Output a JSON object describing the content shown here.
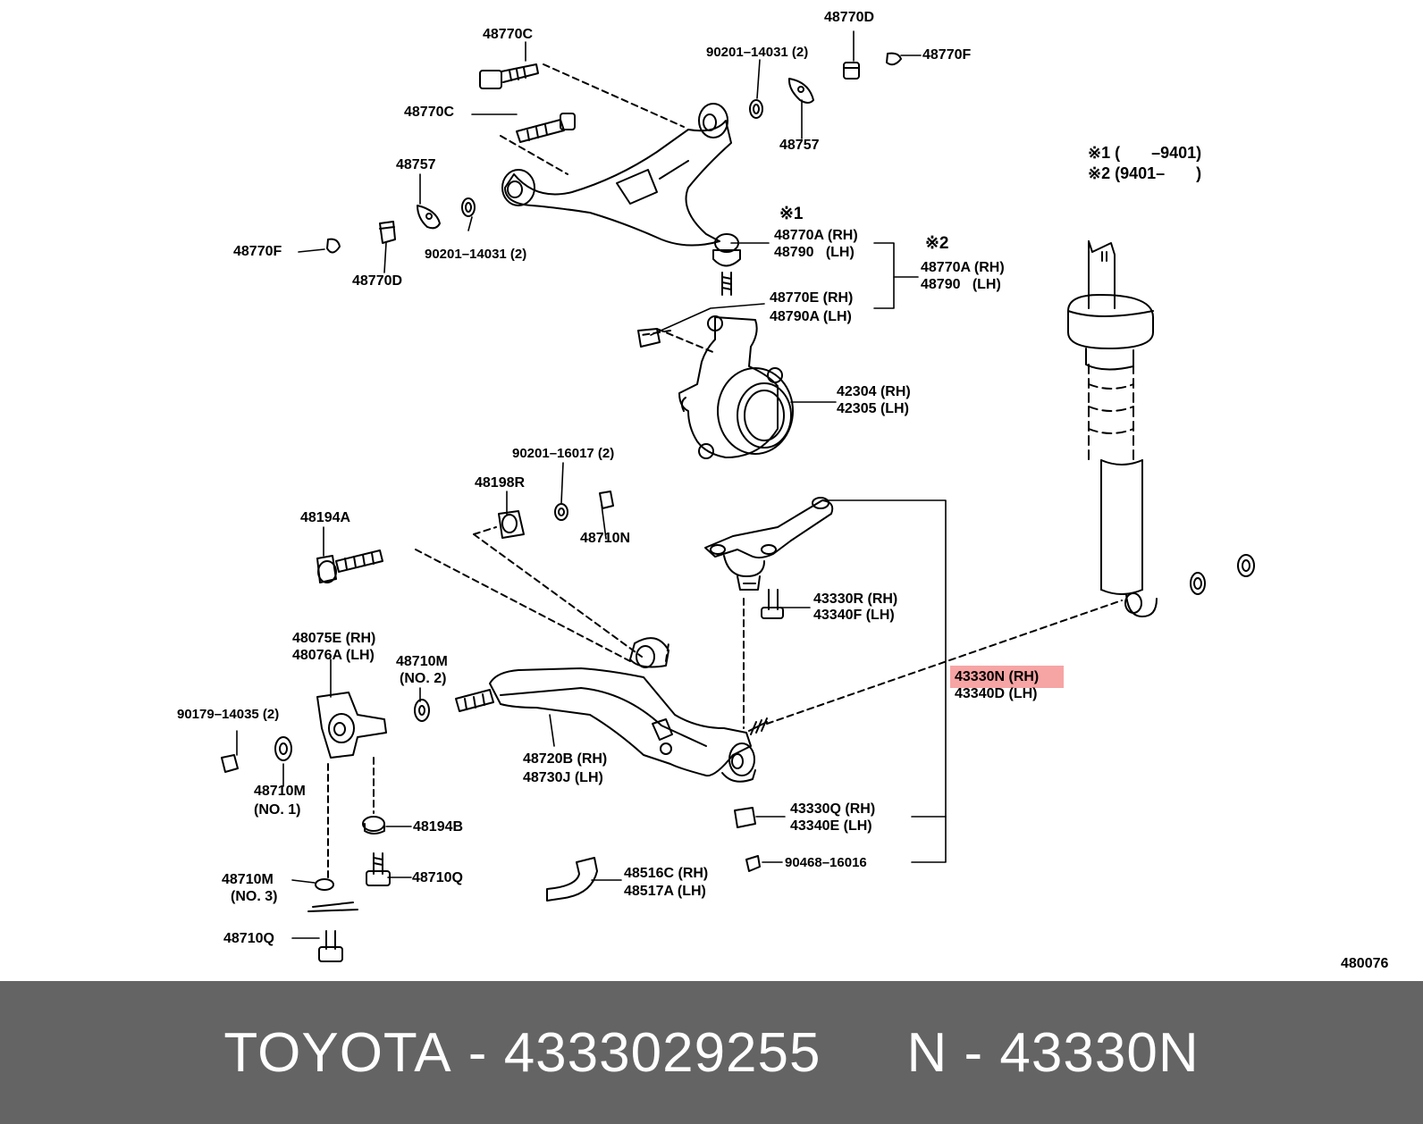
{
  "colors": {
    "footer_bg": "#646464",
    "footer_text": "#ffffff",
    "highlight": "#f05a5a",
    "ink": "#000000"
  },
  "labels": {
    "p48770C_a": "48770C",
    "p48770D_top": "48770D",
    "p90201_14031_top": "90201–14031 (2)",
    "p48770F_top": "48770F",
    "p48770C_b": "48770C",
    "p48757_right": "48757",
    "p48757_left": "48757",
    "p48770F_left": "48770F",
    "p90201_14031_left": "90201–14031 (2)",
    "p48770D_left": "48770D",
    "note1_mark": "※1",
    "p48770A_rh": "48770A (RH)",
    "p48790_lh": "48790   (LH)",
    "note2_mark": "※2",
    "p48770A_rh_2": "48770A (RH)",
    "p48790_lh_2": "48790   (LH)",
    "p48770E_rh": "48770E (RH)",
    "p48790A_lh": "48790A (LH)",
    "p42304_rh": "42304 (RH)",
    "p42305_lh": "42305 (LH)",
    "legend1": "※1 (       –9401)",
    "legend2": "※2 (9401–       )",
    "p90201_16017": "90201–16017 (2)",
    "p48198R": "48198R",
    "p48710N": "48710N",
    "p48194A": "48194A",
    "p43330R_rh": "43330R (RH)",
    "p43340F_lh": "43340F (LH)",
    "p48075E_rh": "48075E (RH)",
    "p48076A_lh": "48076A (LH)",
    "p48710M_no2": "48710M",
    "p_no2": "(NO. 2)",
    "p43330N_rh": "43330N (RH)",
    "p43340D_lh": "43340D (LH)",
    "p90179_14035": "90179–14035 (2)",
    "p48710M_no1": "48710M",
    "p_no1": "(NO. 1)",
    "p48720B_rh": "48720B (RH)",
    "p48730J_lh": "48730J (LH)",
    "p48194B": "48194B",
    "p43330Q_rh": "43330Q (RH)",
    "p43340E_lh": "43340E (LH)",
    "p48710M_no3": "48710M",
    "p_no3": "(NO. 3)",
    "p48710Q_a": "48710Q",
    "p90468_16016": "90468–16016",
    "p48516C_rh": "48516C (RH)",
    "p48517A_lh": "48517A (LH)",
    "p48710Q_b": "48710Q",
    "diagram_code": "480076"
  },
  "footer": {
    "brand": "TOYOTA",
    "sep1": "-",
    "part_number": "4333029255",
    "variant": "N",
    "sep2": "-",
    "catalog_code": "43330N"
  }
}
